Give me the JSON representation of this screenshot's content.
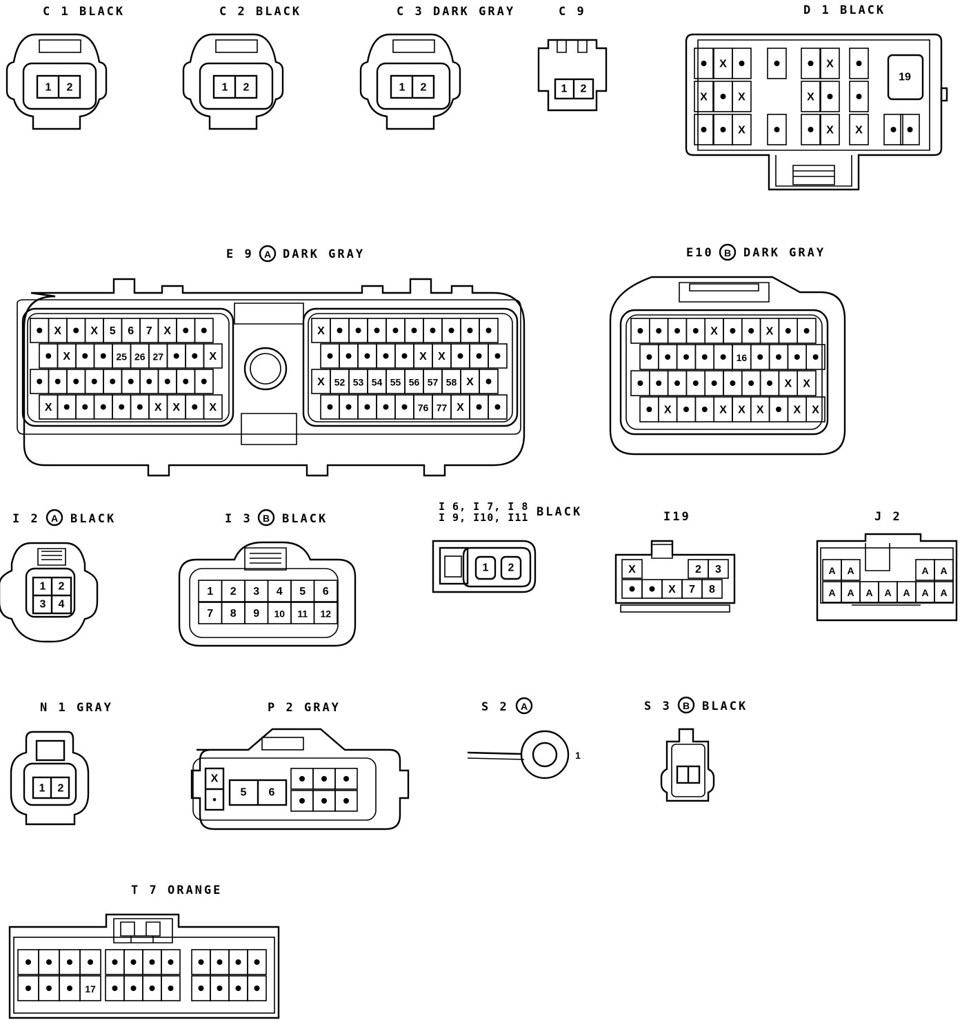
{
  "connectors": {
    "c1": {
      "code": "C 1",
      "color": "BLACK",
      "pins": [
        "1",
        "2"
      ]
    },
    "c2": {
      "code": "C 2",
      "color": "BLACK",
      "pins": [
        "1",
        "2"
      ]
    },
    "c3": {
      "code": "C 3",
      "color": "DARK GRAY",
      "pins": [
        "1",
        "2"
      ]
    },
    "c9": {
      "code": "C 9",
      "color": "",
      "pins": [
        "1",
        "2"
      ]
    },
    "d1": {
      "code": "D 1",
      "color": "BLACK",
      "pin_label": "19",
      "rows": [
        [
          "•",
          "X",
          "•",
          "",
          "•",
          "",
          "•",
          "X",
          "",
          "•"
        ],
        [
          "X",
          "•",
          "X",
          "",
          "",
          "",
          "X",
          "•",
          "",
          "•"
        ],
        [
          "•",
          "•",
          "X",
          "",
          "•",
          "",
          "•",
          "X",
          "",
          "X",
          "•",
          "•"
        ]
      ]
    },
    "e9": {
      "code": "E 9",
      "suffix": "A",
      "color": "DARK GRAY",
      "left_rows": [
        [
          "•",
          "X",
          "•",
          "X",
          "5",
          "6",
          "7",
          "X",
          "•",
          "•"
        ],
        [
          "•",
          "X",
          "•",
          "•",
          "25",
          "26",
          "27",
          "•",
          "•",
          "X"
        ],
        [
          "•",
          "•",
          "•",
          "•",
          "•",
          "•",
          "•",
          "•",
          "•",
          "•"
        ],
        [
          "X",
          "•",
          "•",
          "•",
          "•",
          "•",
          "X",
          "X",
          "•",
          "X"
        ]
      ],
      "right_rows": [
        [
          "X",
          "•",
          "•",
          "•",
          "•",
          "•",
          "•",
          "•",
          "•",
          "•"
        ],
        [
          "•",
          "•",
          "•",
          "•",
          "•",
          "X",
          "X",
          "•",
          "•",
          "•"
        ],
        [
          "X",
          "52",
          "53",
          "54",
          "55",
          "56",
          "57",
          "58",
          "X",
          "•"
        ],
        [
          "•",
          "•",
          "•",
          "•",
          "•",
          "76",
          "77",
          "X",
          "•",
          "•"
        ]
      ]
    },
    "e10": {
      "code": "E10",
      "suffix": "B",
      "color": "DARK GRAY",
      "rows": [
        [
          "•",
          "•",
          "•",
          "•",
          "X",
          "•",
          "•",
          "X",
          "•",
          "•"
        ],
        [
          "•",
          "•",
          "•",
          "•",
          "•",
          "16",
          "•",
          "•",
          "•",
          "•"
        ],
        [
          "•",
          "•",
          "•",
          "•",
          "•",
          "•",
          "•",
          "•",
          "X",
          "X"
        ],
        [
          "•",
          "X",
          "•",
          "•",
          "X",
          "X",
          "X",
          "•",
          "X",
          "X"
        ]
      ]
    },
    "i2": {
      "code": "I 2",
      "suffix": "A",
      "color": "BLACK",
      "pins": [
        "1",
        "2",
        "3",
        "4"
      ]
    },
    "i3": {
      "code": "I 3",
      "suffix": "B",
      "color": "BLACK",
      "pins": [
        "1",
        "2",
        "3",
        "4",
        "5",
        "6",
        "7",
        "8",
        "9",
        "10",
        "11",
        "12"
      ]
    },
    "i6": {
      "line1": "I 6, I 7, I 8",
      "line2": "I 9, I10, I11",
      "color": "BLACK",
      "pins": [
        "1",
        "2"
      ]
    },
    "i19": {
      "code": "I19",
      "rows": [
        [
          "X",
          "",
          "",
          "",
          "2",
          "3"
        ],
        [
          "•",
          "•",
          "X",
          "7",
          "8"
        ]
      ]
    },
    "j2": {
      "code": "J 2",
      "rows": [
        [
          "A",
          "A",
          "",
          "",
          "",
          "A",
          "A"
        ],
        [
          "A",
          "A",
          "A",
          "A",
          "A",
          "A",
          "A"
        ]
      ]
    },
    "n1": {
      "code": "N 1",
      "color": "GRAY",
      "pins": [
        "1",
        "2"
      ]
    },
    "p2": {
      "code": "P 2",
      "color": "GRAY",
      "pins": [
        "X",
        "•",
        "5",
        "6"
      ]
    },
    "s2": {
      "code": "S 2",
      "suffix": "A",
      "pin": "1"
    },
    "s3": {
      "code": "S 3",
      "suffix": "B",
      "color": "BLACK"
    },
    "t7": {
      "code": "T 7",
      "color": "ORANGE",
      "pin_label": "17"
    }
  }
}
